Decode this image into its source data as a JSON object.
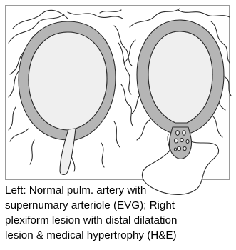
{
  "caption": {
    "lines": [
      "Left: Normal pulm. artery with",
      "supernumary arteriole (EVG); Right",
      "plexiform lesion with distal dilatation",
      "lesion & medical hypertrophy (H&E)"
    ]
  },
  "colors": {
    "vessel_wall": "#b5b5b5",
    "lumen": "#efefef",
    "outline": "#2b2b2b",
    "frame": "#9a9a9a"
  }
}
